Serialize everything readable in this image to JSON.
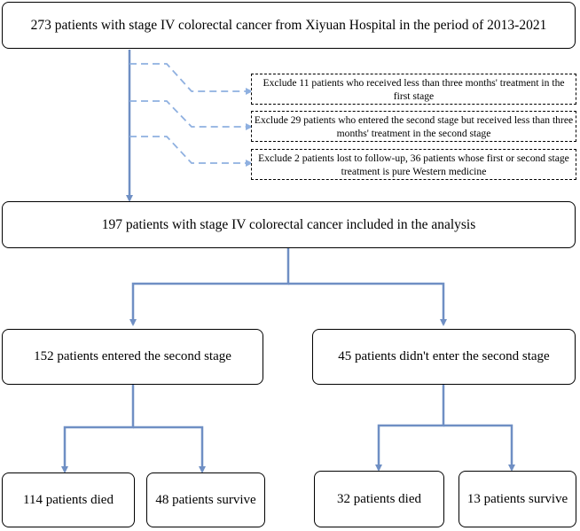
{
  "flow": {
    "top": "273 patients with stage IV colorectal cancer from Xiyuan Hospital in the period of 2013-2021",
    "exclusions": [
      "Exclude 11 patients who received less than three months' treatment  in the first stage",
      "Exclude 29 patients who entered the second stage but received less than three months' treatment in the second stage",
      "Exclude 2 patients lost to follow-up, 36 patients whose first or second stage treatment is pure Western medicine"
    ],
    "included": "197 patients with stage IV colorectal cancer included in the analysis",
    "left_branch": {
      "label": "152 patients entered the second stage",
      "died": "114 patients died",
      "survive": "48 patients survive"
    },
    "right_branch": {
      "label": "45 patients didn't enter the second stage",
      "died": "32 patients died",
      "survive": "13 patients survive"
    },
    "colors": {
      "arrow": "#6f8fc4",
      "dashed_arrow": "#8fb0e0",
      "border": "#000000"
    }
  }
}
